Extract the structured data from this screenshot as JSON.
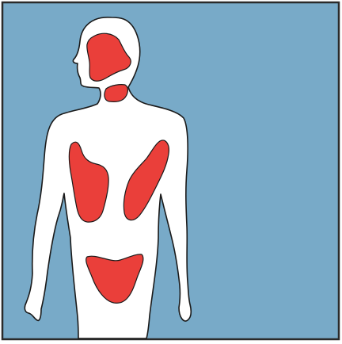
{
  "figure": {
    "background_color": "#78aac8",
    "frame_color": "#2a2a2a",
    "body_fill": "#ffffff",
    "body_outline": "#1a1a1a",
    "highlight_color": "#ea3f3a",
    "subject": "human-body-front-outline",
    "highlighted_regions": [
      "head",
      "neck",
      "right-torso",
      "left-torso",
      "pelvis"
    ]
  }
}
